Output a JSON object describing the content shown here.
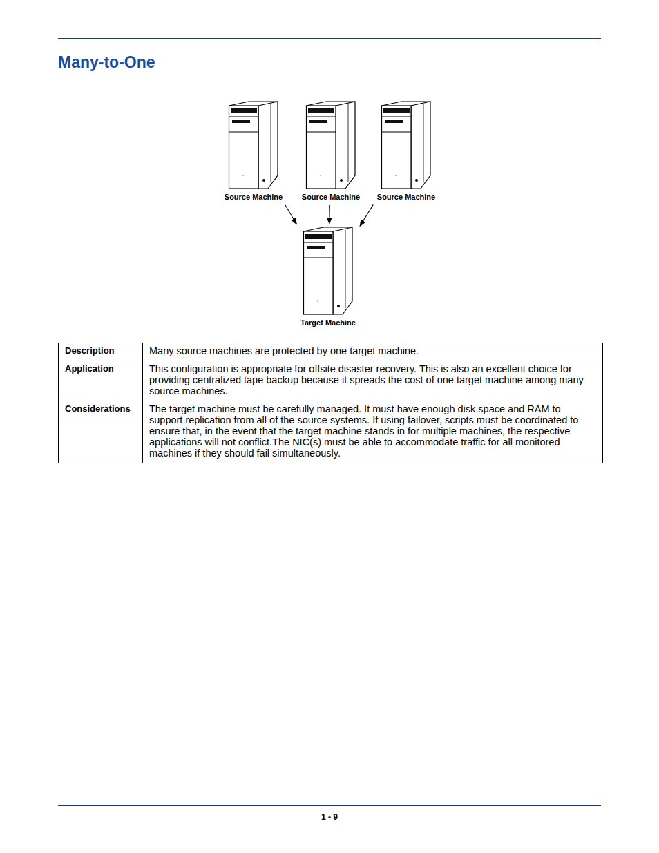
{
  "diagram": {
    "title": "Many-to-One",
    "nodes": [
      {
        "text": [
          "Source Machine"
        ]
      },
      {
        "text": [
          "Source Machine"
        ]
      },
      {
        "text": [
          "Source Machine"
        ]
      },
      {
        "text": [
          "Target Machine"
        ]
      }
    ],
    "edges": [
      {
        "from": 0,
        "to": 3,
        "arrow": "to"
      },
      {
        "from": 1,
        "to": 3,
        "arrow": "to"
      },
      {
        "from": 2,
        "to": 3,
        "arrow": "to"
      }
    ],
    "labels": [
      "Description",
      "Many source machines are protected by one target machine.",
      "Application",
      "This configuration is appropriate for offsite disaster recovery. This is also an excellent choice for providing centralized tape backup because it spreads the cost of one target machine among many source machines.",
      "Considerations",
      "The target machine must be carefully managed. It must have enough disk space and RAM to support replication from all of the source systems. If using failover, scripts must be coordinated to ensure that, in the event that the target machine stands in for multiple machines, the respective applications will not conflict.The NIC(s) must be able to accommodate traffic for all monitored machines if they should fail simultaneously.",
      "1 - 9"
    ]
  }
}
